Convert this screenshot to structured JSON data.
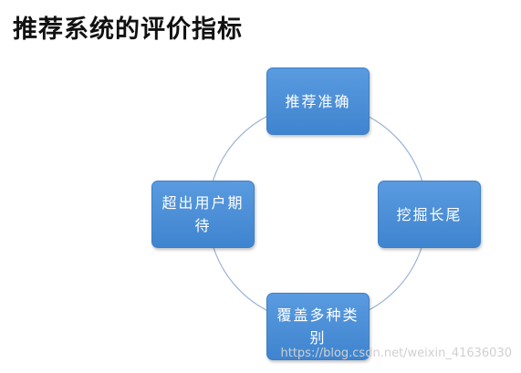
{
  "title": "推荐系统的评价指标",
  "nodes": {
    "top": "推荐准确",
    "right": "挖掘长尾",
    "bottom": "覆盖多种类别",
    "left": "超出用户期待"
  },
  "watermark": "https://blog.csdn.net/weixin_41636030",
  "colors": {
    "node_fill": "#4a8fd6",
    "node_text": "#ffffff",
    "ring": "#9bb3d3",
    "title": "#111111"
  }
}
